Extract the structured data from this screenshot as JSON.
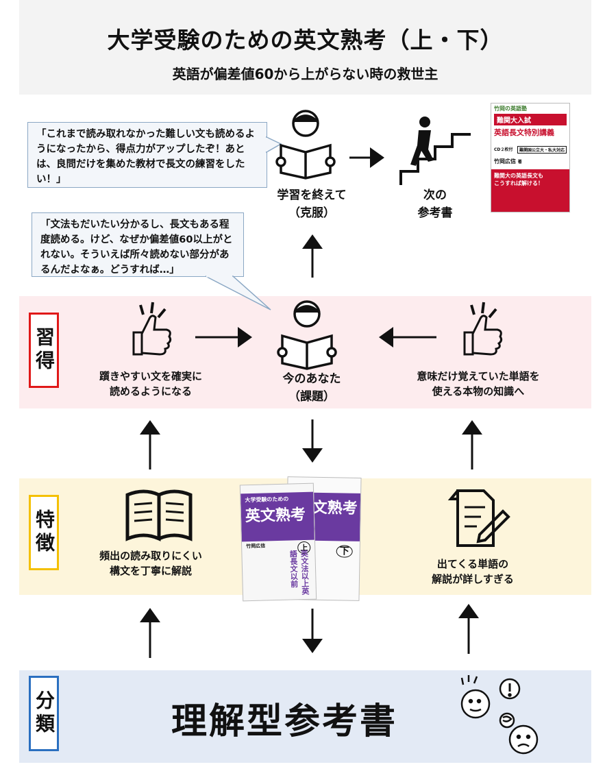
{
  "header": {
    "title": "大学受験のための英文熟考（上・下）",
    "subtitle": "英語が偏差値60から上がらない時の救世主"
  },
  "bubbles": {
    "after": "「これまで読み取れなかった難しい文も読めるようになったから、得点力がアップしたぞ！あとは、良問だけを集めた教材で長文の練習をしたい！」",
    "now": "「文法もだいたい分かるし、長文もある程度読める。けど、なぜか偏差値60以上がとれない。そういえば所々読めない部分があるんだよなぁ。どうすれば…」"
  },
  "top_row": {
    "finish_label_line1": "学習を終えて",
    "finish_label_line2": "（克服）",
    "next_label_line1": "次の",
    "next_label_line2": "参考書"
  },
  "next_book": {
    "badge": "竹岡の英語塾",
    "title_line1": "難関大入試",
    "title_line2": "英語長文特別講義",
    "cd": "CD２枚付",
    "tag": "難関国公立大・私大対応",
    "author": "竹岡広信",
    "author_suffix": "著",
    "promo_line1": "難関大の英語長文も",
    "promo_line2": "こうすれば解ける！"
  },
  "sections": {
    "acquire": "習得",
    "features": "特徴",
    "category": "分類"
  },
  "acquire_row": {
    "left_line1": "躓きやすい文を確実に",
    "left_line2": "読めるようになる",
    "center_line1": "今のあなた",
    "center_line2": "（課題）",
    "right_line1": "意味だけ覚えていた単語を",
    "right_line2": "使える本物の知識へ"
  },
  "features_row": {
    "left_line1": "頻出の読み取りにくい",
    "left_line2": "構文を丁寧に解説",
    "right_line1": "出てくる単語の",
    "right_line2": "解説が詳しすぎる"
  },
  "main_book": {
    "series": "大学受験のための",
    "title": "英文熟考",
    "vol_up": "上",
    "vol_down": "下",
    "spine_text": "英文法以上英語長文以前",
    "author": "竹岡広信"
  },
  "category": {
    "text": "理解型参考書"
  },
  "colors": {
    "pink_band": "#fdecee",
    "yellow_band": "#fdf5db",
    "blue_band": "#e3eaf5",
    "red": "#e01818",
    "yellow": "#f4c000",
    "blue": "#2a6fc0",
    "book_purple": "#6a3aa0"
  }
}
